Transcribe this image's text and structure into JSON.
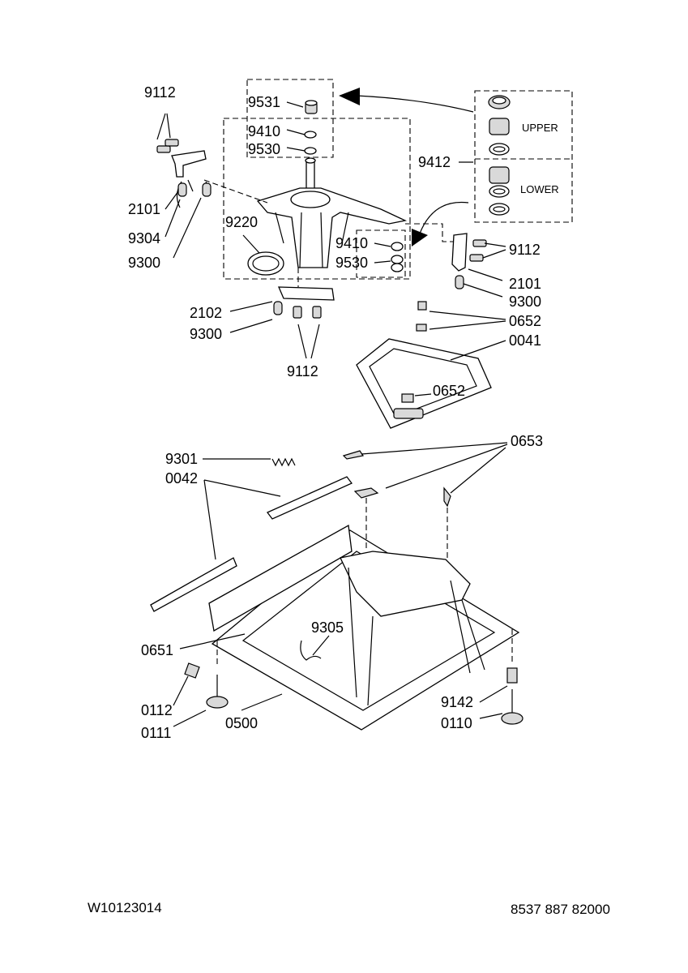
{
  "diagram": {
    "callouts": {
      "c9112a": "9112",
      "c2101a": "2101",
      "c9304": "9304",
      "c9300a": "9300",
      "c9531": "9531",
      "c9410a": "9410",
      "c9530a": "9530",
      "c9220": "9220",
      "c9412": "9412",
      "c9410b": "9410",
      "c9530b": "9530",
      "c9112b": "9112",
      "c2101b": "2101",
      "c9300b": "9300",
      "c2102": "2102",
      "c9300c": "9300",
      "c9112c": "9112",
      "c0652a": "0652",
      "c0041": "0041",
      "c0652b": "0652",
      "c9301": "9301",
      "c0042": "0042",
      "c0653": "0653",
      "c0651": "0651",
      "c9305": "9305",
      "c0112": "0112",
      "c0111": "0111",
      "c0500": "0500",
      "c9142": "9142",
      "c0110": "0110"
    },
    "inset_labels": {
      "upper": "UPPER",
      "lower": "LOWER"
    }
  },
  "footer": {
    "left_code": "W10123014",
    "right_code": "8537 887 82000"
  }
}
